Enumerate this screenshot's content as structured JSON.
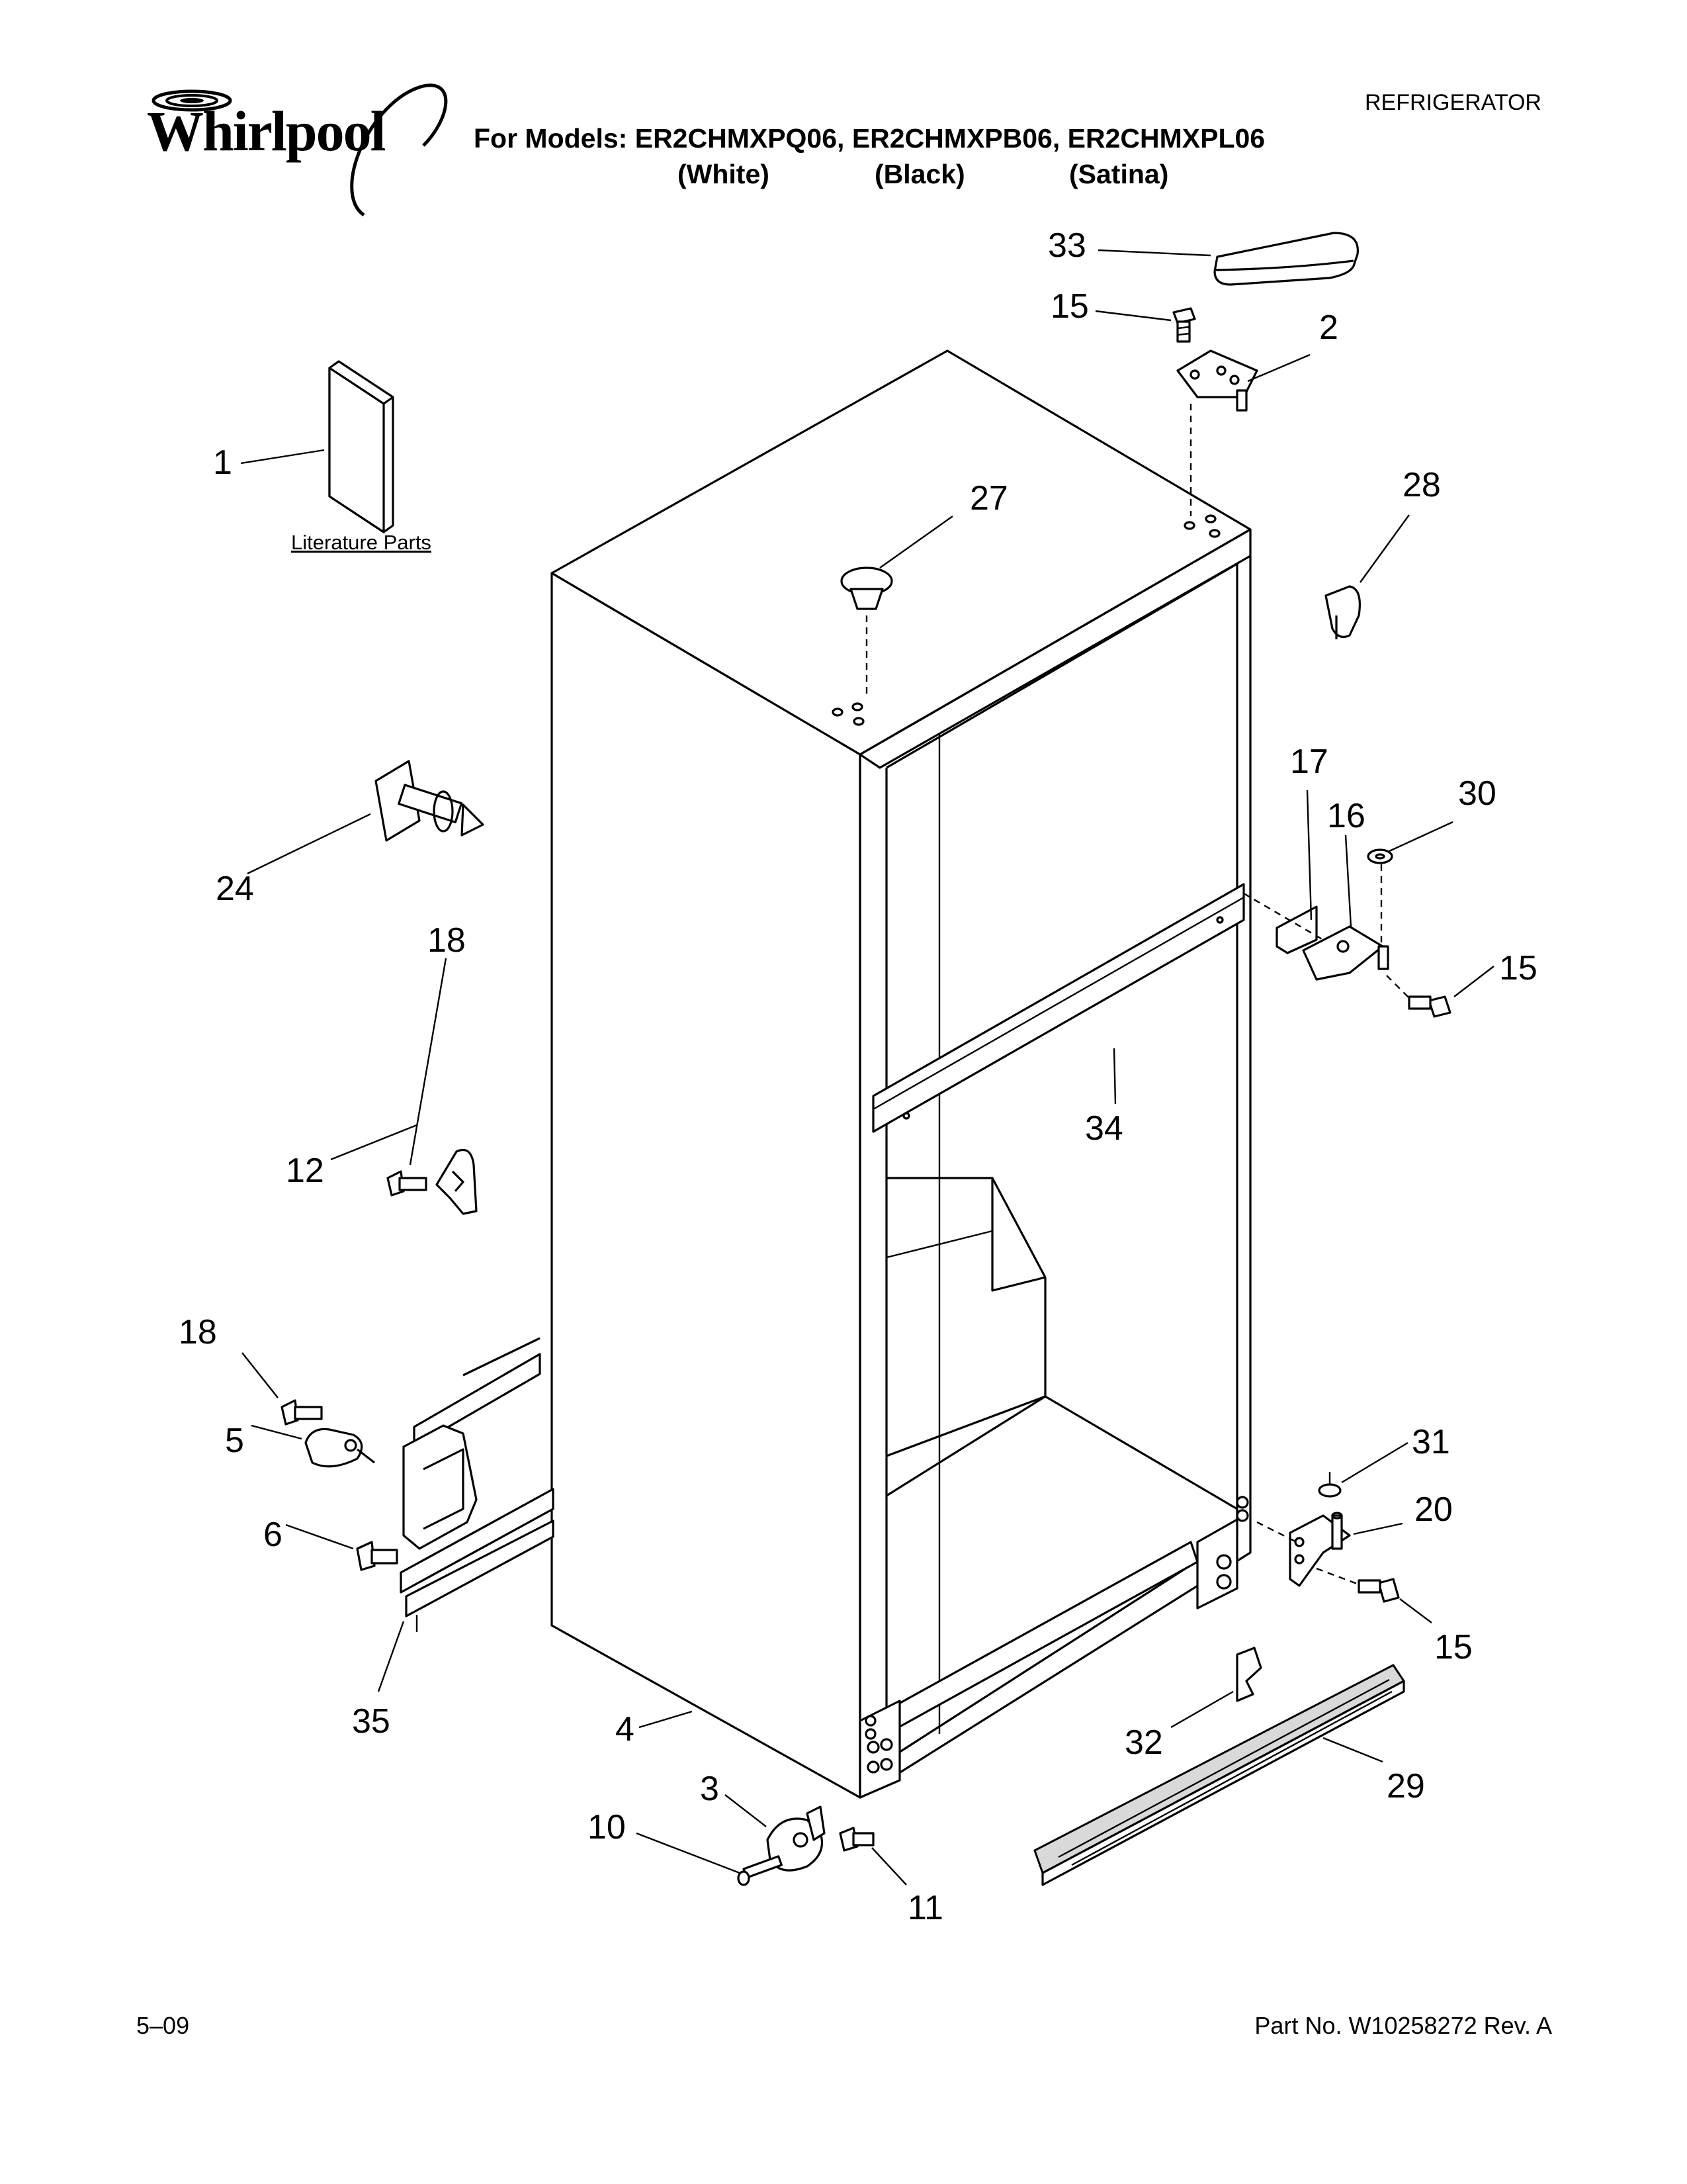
{
  "header": {
    "brand": "Whirlpool",
    "models_line": "For Models: ER2CHMXPQ06, ER2CHMXPB06, ER2CHMXPL06",
    "variants": [
      "(White)",
      "(Black)",
      "(Satina)"
    ],
    "category": "REFRIGERATOR"
  },
  "diagram": {
    "literature_label": "Literature Parts",
    "callouts": [
      "1",
      "2",
      "3",
      "4",
      "5",
      "6",
      "10",
      "11",
      "12",
      "15",
      "15",
      "15",
      "15",
      "16",
      "17",
      "18",
      "18",
      "20",
      "24",
      "27",
      "28",
      "29",
      "30",
      "31",
      "32",
      "33",
      "34",
      "35"
    ]
  },
  "footer": {
    "date": "5–09",
    "part_no": "Part No. W10258272 Rev. A"
  }
}
